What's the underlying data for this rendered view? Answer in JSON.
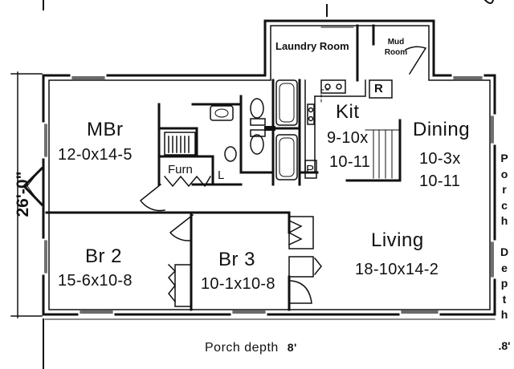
{
  "plan": {
    "overall_depth": "26'-0\"",
    "porch_bottom_label": "Porch depth",
    "porch_bottom_value": "8'",
    "porch_right_letters": [
      "P",
      "o",
      "r",
      "c",
      "h",
      "",
      "D",
      "e",
      "p",
      "t",
      "h",
      "",
      ".8'"
    ],
    "rooms": {
      "mbr": {
        "name": "MBr",
        "size": "12-0x14-5"
      },
      "kit": {
        "name": "Kit",
        "size_line1": "9-10x",
        "size_line2": "10-11"
      },
      "dining": {
        "name": "Dining",
        "size_line1": "10-3x",
        "size_line2": "10-11"
      },
      "br2": {
        "name": "Br 2",
        "size": "15-6x10-8"
      },
      "br3": {
        "name": "Br 3",
        "size": "10-1x10-8"
      },
      "living": {
        "name": "Living",
        "size": "18-10x14-2"
      },
      "laundry": {
        "name": "Laundry Room"
      },
      "mud": {
        "name_line1": "Mud",
        "name_line2": "Room"
      },
      "furn": {
        "name": "Furn"
      }
    },
    "fixture_letters": {
      "refrigerator": "R",
      "pantry": "P",
      "linen": "L"
    }
  }
}
